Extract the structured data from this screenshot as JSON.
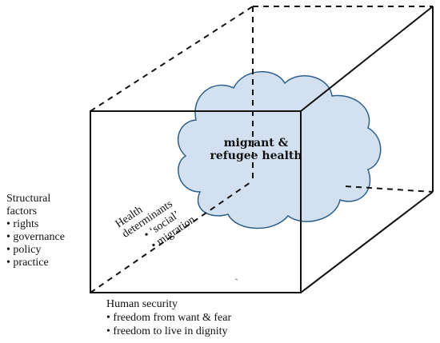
{
  "cloud": {
    "line1": "migrant &",
    "line2": "refugee health",
    "fill": "#d3e0f0",
    "stroke": "#2e5f8a"
  },
  "diagonal_label": {
    "line1": "Health",
    "line2": "determinants",
    "bullet1": "• ‘social’",
    "bullet2": "• migration"
  },
  "structural": {
    "title1": "Structural",
    "title2": "factors",
    "items": [
      "• rights",
      "• governance",
      "• policy",
      "• practice"
    ]
  },
  "human_security": {
    "title": "Human security",
    "items": [
      "• freedom from want & fear",
      "• freedom to live in dignity"
    ]
  }
}
